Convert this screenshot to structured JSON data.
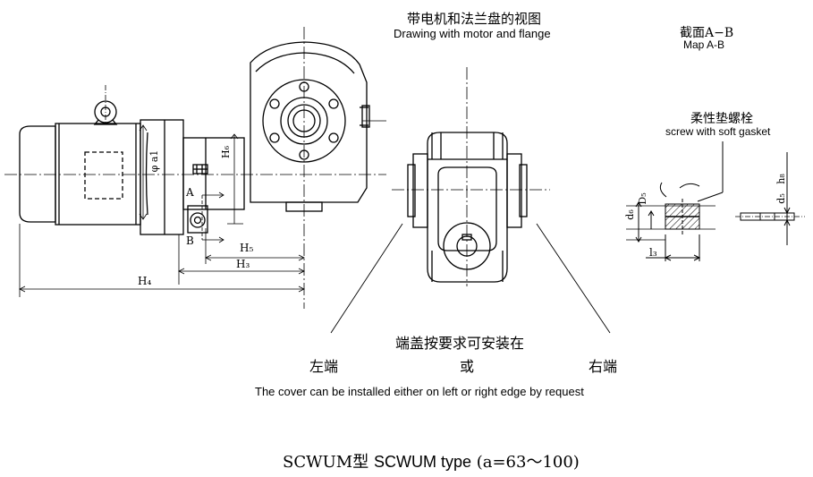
{
  "header": {
    "view_title_cn": "带电机和法兰盘的视图",
    "view_title_en": "Drawing with motor and flange",
    "section_title_cn": "截面A−B",
    "section_title_en": "Map A-B",
    "bolt_title_cn": "柔性垫螺栓",
    "bolt_title_en": "screw with soft gasket"
  },
  "dims": {
    "phi_a1": "φ a1",
    "H6": "H₆",
    "A": "A",
    "B": "B",
    "H5": "H₅",
    "H3": "H₃",
    "H4": "H₄",
    "d6": "d₆",
    "D5": "D₅",
    "l3": "l₃",
    "h8": "h₈",
    "d5": "d₅"
  },
  "notes": {
    "cover_cn": "端盖按要求可安装在",
    "left_end": "左端",
    "or": "或",
    "right_end": "右端",
    "cover_en": "The cover can be installed either on left or right edge by request"
  },
  "footer": {
    "type_prefix": "SCWUM型",
    "type_en": "SCWUM type",
    "range": "(a=63～100)"
  }
}
